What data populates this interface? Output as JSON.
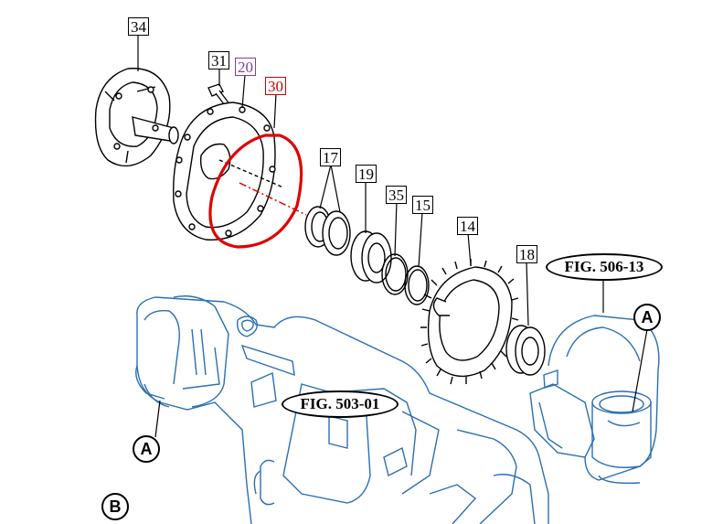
{
  "diagram": {
    "callouts": [
      {
        "id": "34",
        "label": "34",
        "color": "#000000"
      },
      {
        "id": "31",
        "label": "31",
        "color": "#000000"
      },
      {
        "id": "20",
        "label": "20",
        "color": "#7b3fa0"
      },
      {
        "id": "30",
        "label": "30",
        "color": "#cc0000"
      },
      {
        "id": "17",
        "label": "17",
        "color": "#000000"
      },
      {
        "id": "19",
        "label": "19",
        "color": "#000000"
      },
      {
        "id": "35",
        "label": "35",
        "color": "#000000"
      },
      {
        "id": "15",
        "label": "15",
        "color": "#000000"
      },
      {
        "id": "14",
        "label": "14",
        "color": "#000000"
      },
      {
        "id": "18",
        "label": "18",
        "color": "#000000"
      }
    ],
    "figure_refs": [
      {
        "id": "fig506",
        "label": "FIG. 506-13"
      },
      {
        "id": "fig503",
        "label": "FIG. 503-01"
      }
    ],
    "connectors": [
      {
        "id": "a-right",
        "label": "A"
      },
      {
        "id": "a-left",
        "label": "A"
      },
      {
        "id": "b",
        "label": "B"
      }
    ],
    "colors": {
      "line": "#000000",
      "blue_outline": "#2a6fb3",
      "highlight": "#e00000"
    }
  }
}
